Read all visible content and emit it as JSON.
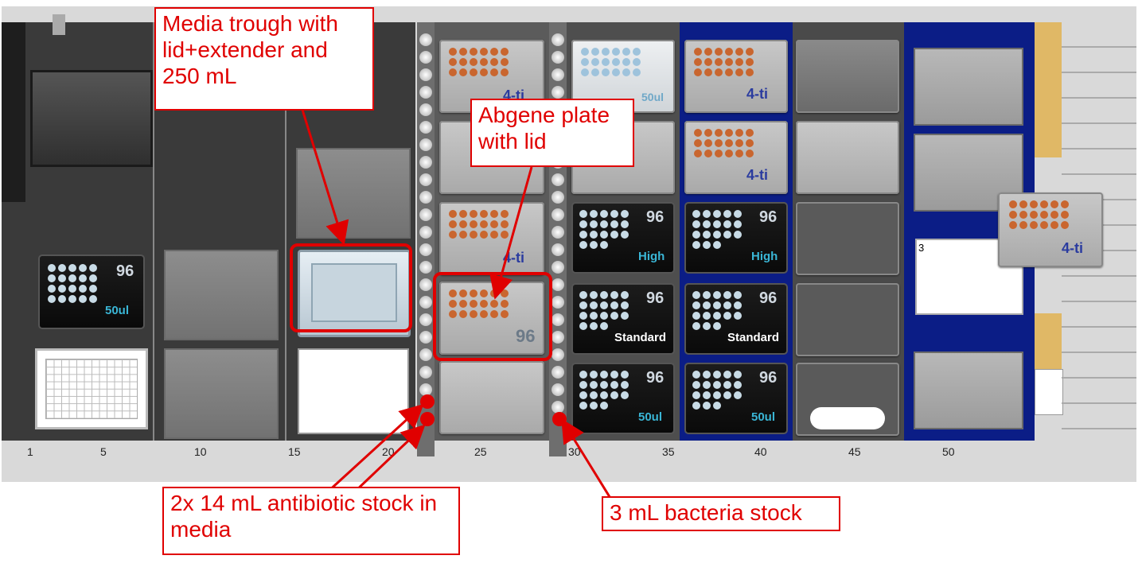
{
  "callouts": {
    "media_trough": "Media trough with lid+extender and 250 mL",
    "abgene": "Abgene plate with lid",
    "antibiotic": "2x 14 mL antibiotic stock in media",
    "bacteria": "3 mL bacteria stock"
  },
  "axis_ticks": [
    "1",
    "5",
    "10",
    "15",
    "20",
    "25",
    "30",
    "35",
    "40",
    "45",
    "50"
  ],
  "plate_labels": {
    "four_ti": "4-ti",
    "fifty_ul": "50ul",
    "ninety_six": "96",
    "high": "High",
    "standard": "Standard"
  },
  "hotel_label": "3",
  "colors": {
    "callout_red": "#e00000",
    "carrier_blue": "#0b1d86",
    "plate_orange": "#c9662f"
  }
}
